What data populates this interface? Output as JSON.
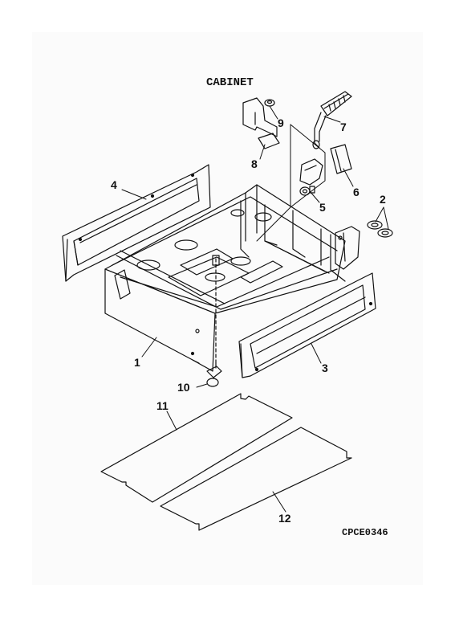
{
  "diagram": {
    "title": "CABINET",
    "drawing_code": "CPCE0346",
    "callouts": [
      {
        "id": "c1",
        "label": "1"
      },
      {
        "id": "c2",
        "label": "2"
      },
      {
        "id": "c3",
        "label": "3"
      },
      {
        "id": "c4",
        "label": "4"
      },
      {
        "id": "c5",
        "label": "5"
      },
      {
        "id": "c6",
        "label": "6"
      },
      {
        "id": "c7",
        "label": "7"
      },
      {
        "id": "c8",
        "label": "8"
      },
      {
        "id": "c9",
        "label": "9"
      },
      {
        "id": "c10",
        "label": "10"
      },
      {
        "id": "c11",
        "label": "11"
      },
      {
        "id": "c12",
        "label": "12"
      }
    ]
  }
}
